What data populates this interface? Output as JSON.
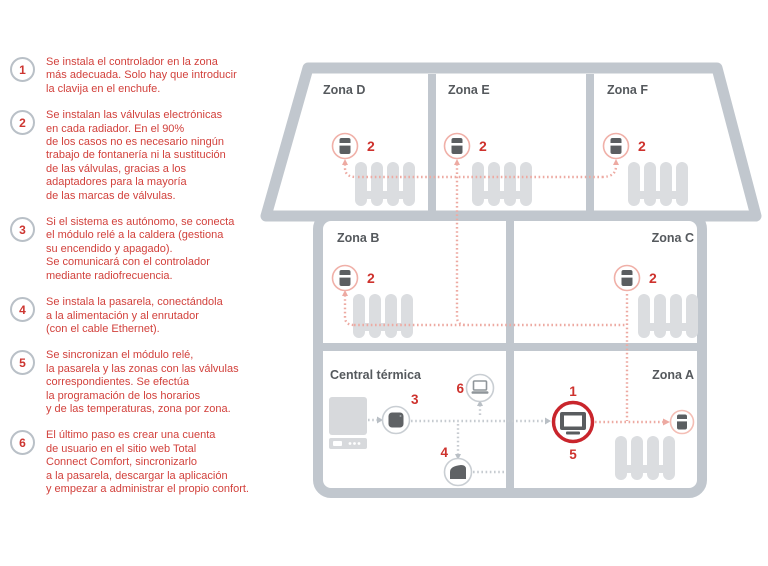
{
  "steps": [
    {
      "num": "1",
      "text": "Se instala el controlador en la zona\nmás adecuada. Solo hay que introducir\nla clavija en el enchufe."
    },
    {
      "num": "2",
      "text": "Se instalan las válvulas electrónicas\nen cada radiador. En el 90%\nde los casos no es necesario ningún\ntrabajo de fontanería ni la sustitución\nde las válvulas, gracias a los\nadaptadores para la mayoría\nde las marcas de válvulas."
    },
    {
      "num": "3",
      "text": "Si el sistema es autónomo, se conecta\nel módulo relé a la caldera (gestiona\nsu encendido y apagado).\nSe comunicará con el controlador\nmediante radiofrecuencia."
    },
    {
      "num": "4",
      "text": "Se instala la pasarela, conectándola\na la alimentación y al enrutador\n(con el cable Ethernet)."
    },
    {
      "num": "5",
      "text": "Se sincronizan el módulo relé,\nla pasarela y las zonas con las válvulas\ncorrespondientes. Se efectúa\nla programación de los horarios\ny de las temperaturas, zona por zona."
    },
    {
      "num": "6",
      "text": "El último paso es crear una cuenta\nde usuario en el sitio web Total\nConnect Comfort, sincronizarlo\na la pasarela, descargar la aplicación\ny empezar a administrar el propio confort."
    }
  ],
  "zones": {
    "d": {
      "label": "Zona D",
      "num": "2"
    },
    "e": {
      "label": "Zona E",
      "num": "2"
    },
    "f": {
      "label": "Zona F",
      "num": "2"
    },
    "b": {
      "label": "Zona B",
      "num": "2"
    },
    "c": {
      "label": "Zona C",
      "num": "2"
    },
    "a": {
      "label": "Zona A"
    },
    "central": {
      "label": "Central térmica"
    }
  },
  "devices": {
    "controller": {
      "num_top": "1",
      "num_bottom": "5"
    },
    "relay": {
      "num": "3"
    },
    "gateway": {
      "num": "4"
    },
    "laptop": {
      "num": "6"
    }
  },
  "colors": {
    "accent_red": "#c9252c",
    "number_red": "#ce322d",
    "step_text_red": "#d2413c",
    "rf_line_salmon": "#edaaa2",
    "wired_line_gray": "#c6cbd0",
    "wall_gray": "#c1c7ce",
    "device_dark_gray": "#5b5e61",
    "radiator_gray": "#dbdde0"
  }
}
